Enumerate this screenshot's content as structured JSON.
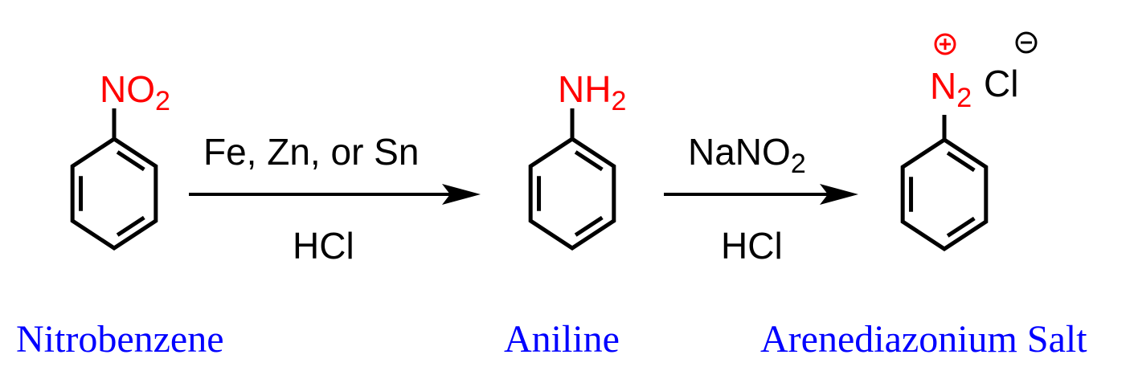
{
  "colors": {
    "atom": "#ff0000",
    "bond": "#000000",
    "name": "#0000ff"
  },
  "molecules": [
    {
      "name": "Nitrobenzene",
      "group_main": "NO",
      "group_sub": "2"
    },
    {
      "name": "Aniline",
      "group_main": "NH",
      "group_sub": "2"
    },
    {
      "name": "Arenediazonium Salt",
      "group_main": "N",
      "group_sub": "2",
      "cation_charge": "+",
      "counterion": "Cl",
      "anion_charge": "−"
    }
  ],
  "steps": [
    {
      "reagent_above": "Fe, Zn, or Sn",
      "reagent_below": "HCl"
    },
    {
      "reagent_above_main": "NaNO",
      "reagent_above_sub": "2",
      "reagent_below": "HCl"
    }
  ]
}
